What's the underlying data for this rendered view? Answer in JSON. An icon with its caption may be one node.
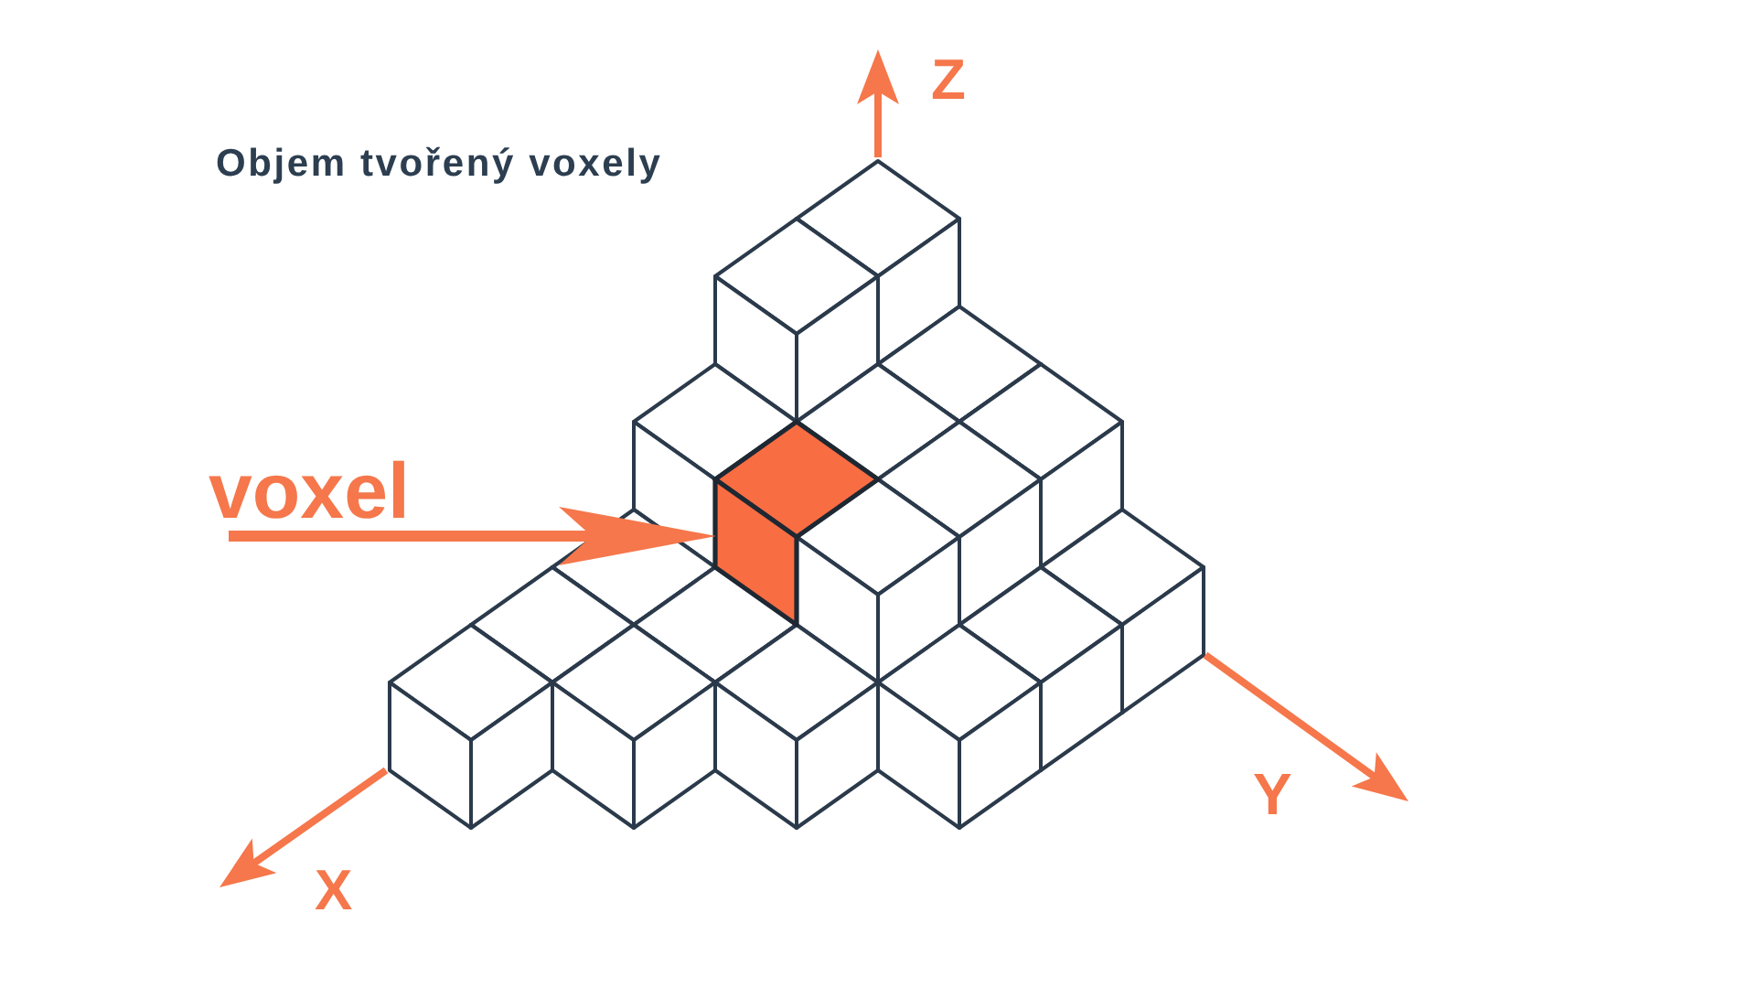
{
  "diagram": {
    "title": "Objem tvořený voxely",
    "nodes": [
      {
        "text": [
          "voxel"
        ]
      },
      {
        "text": [],
        "shape": "box"
      }
    ],
    "edges": [
      {
        "from": 0,
        "to": 1,
        "arrow": "to"
      }
    ],
    "labels": [
      "Z",
      "Y",
      "X"
    ]
  }
}
